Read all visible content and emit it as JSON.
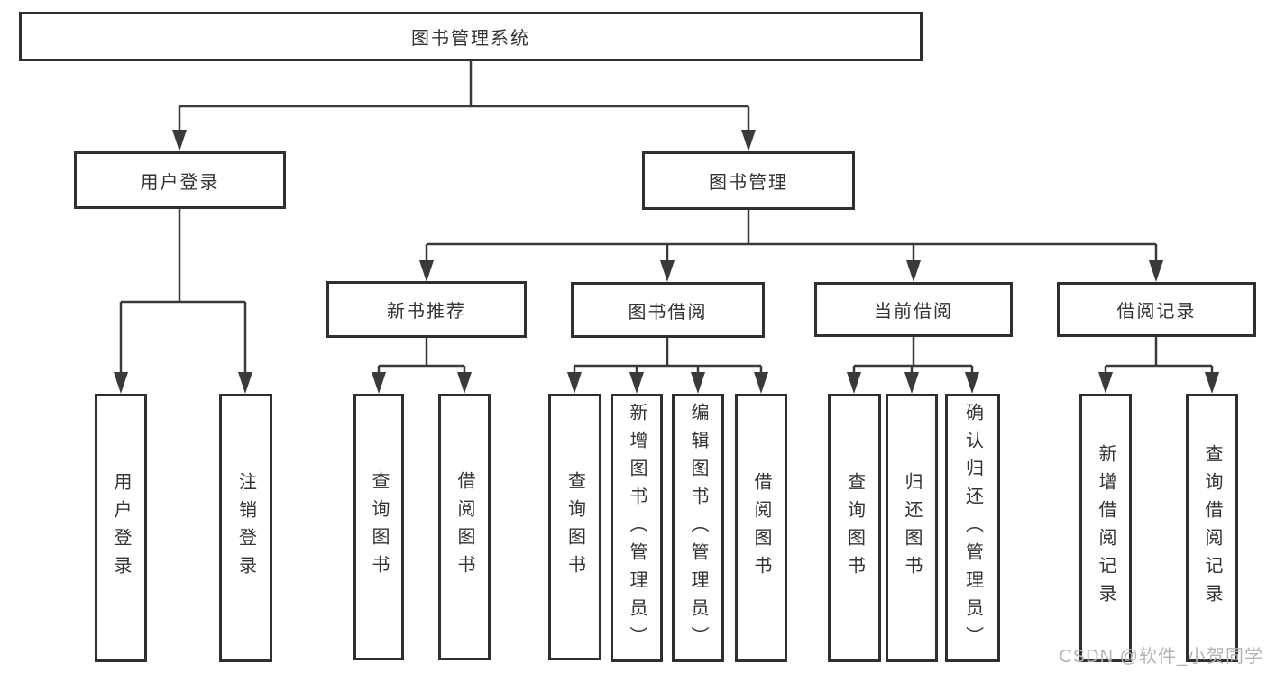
{
  "diagram": {
    "root": {
      "label": "图书管理系统"
    },
    "level2": [
      {
        "label": "用户登录"
      },
      {
        "label": "图书管理"
      }
    ],
    "level3": [
      {
        "label": "新书推荐"
      },
      {
        "label": "图书借阅"
      },
      {
        "label": "当前借阅"
      },
      {
        "label": "借阅记录"
      }
    ],
    "leaves": {
      "user_login": [
        {
          "label": "用户登录"
        },
        {
          "label": "注销登录"
        }
      ],
      "new_book": [
        {
          "label": "查询图书"
        },
        {
          "label": "借阅图书"
        }
      ],
      "book_borrow": [
        {
          "label": "查询图书"
        },
        {
          "label": "新增图书（管理员）"
        },
        {
          "label": "编辑图书（管理员）"
        },
        {
          "label": "借阅图书"
        }
      ],
      "current_borrow": [
        {
          "label": "查询图书"
        },
        {
          "label": "归还图书"
        },
        {
          "label": "确认归还（管理员）"
        }
      ],
      "borrow_record": [
        {
          "label": "新增借阅记录"
        },
        {
          "label": "查询借阅记录"
        }
      ]
    }
  },
  "watermark": {
    "text": "CSDN @软件_小贺同学"
  },
  "colors": {
    "line": "#3a3a3a",
    "box_border": "#2f2f2f",
    "text": "#333333",
    "watermark": "#b3b3b3",
    "background": "#ffffff"
  }
}
